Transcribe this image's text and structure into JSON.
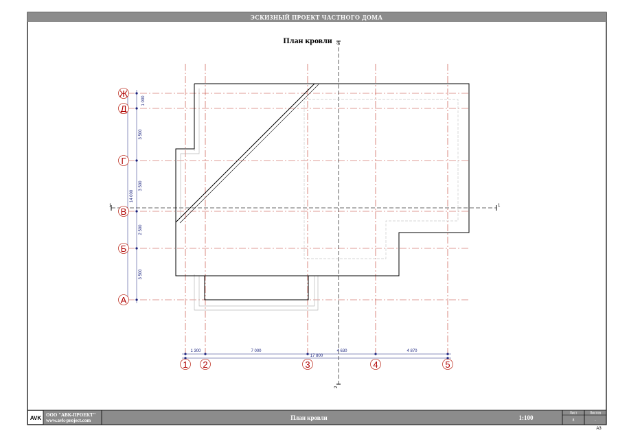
{
  "header": {
    "project_title": "ЭСКИЗНЫЙ ПРОЕКТ ЧАСТНОГО ДОМА"
  },
  "drawing": {
    "title": "План кровли"
  },
  "axes": {
    "rows": [
      "Ж",
      "Д",
      "Г",
      "В",
      "Б",
      "А"
    ],
    "columns": [
      "1",
      "2",
      "3",
      "4",
      "5"
    ]
  },
  "dimensions": {
    "vertical": [
      "1 000",
      "3 500",
      "3 500",
      "2 500",
      "3 500"
    ],
    "vertical_total": "14 000",
    "horizontal": [
      "1 300",
      "7 000",
      "4 630",
      "4 870"
    ],
    "horizontal_total": "17 800"
  },
  "section_marks": {
    "top": "2",
    "bottom": "2",
    "left": "1",
    "right": "1"
  },
  "titleblock": {
    "logo": "AVK",
    "company": "ООО \"АВК-ПРОЕКТ\"",
    "website": "www.avk-project.com",
    "sheet_title": "План кровли",
    "scale": "1:100",
    "sheet_label": "Лист",
    "sheet_value": "8",
    "sheets_label": "Листов",
    "sheets_value": "-",
    "format": "А3"
  },
  "colors": {
    "header_bg": "#8c8c8c",
    "axis_red": "#c0392b",
    "dim_blue": "#1a237e"
  }
}
